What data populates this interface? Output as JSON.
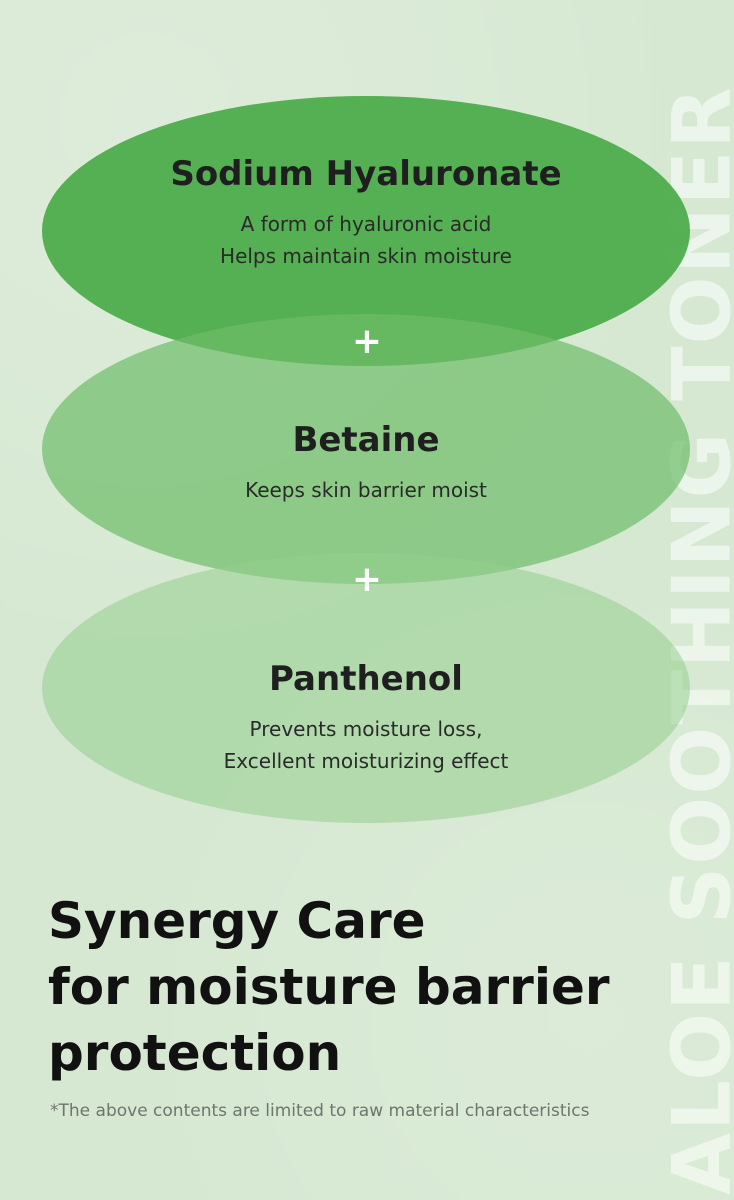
{
  "side_text": "ALOE SOOTHING TONER",
  "ingredients": [
    {
      "name": "Sodium Hyaluronate",
      "lines": [
        "A form of hyaluronic acid",
        "Helps maintain skin moisture"
      ]
    },
    {
      "name": "Betaine",
      "lines": [
        "Keeps skin barrier moist"
      ]
    },
    {
      "name": "Panthenol",
      "lines": [
        "Prevents moisture loss,",
        "Excellent moisturizing effect"
      ]
    }
  ],
  "plus_symbol": "+",
  "headline": [
    "Synergy Care",
    "for moisture barrier",
    "protection"
  ],
  "footnote": "*The above contents are limited to raw material characteristics",
  "colors": {
    "ellipse1": "#49aa48",
    "ellipse2": "#6ebc68",
    "ellipse3": "#94cd8c",
    "background": "#d6e8d2"
  }
}
